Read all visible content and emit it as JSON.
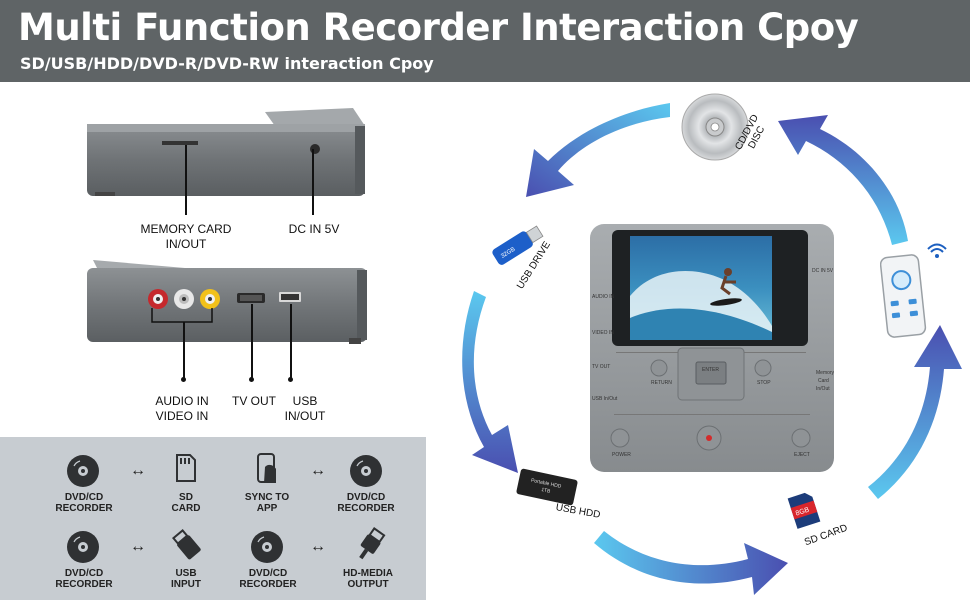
{
  "header": {
    "title": "Multi Function Recorder Interaction Cpoy",
    "subtitle": "SD/USB/HDD/DVD-R/DVD-RW interaction Cpoy"
  },
  "side_labels": {
    "memory_card": [
      "MEMORY CARD",
      "IN/OUT"
    ],
    "dc_in": "DC IN 5V",
    "audio_video": [
      "AUDIO IN",
      "VIDEO IN"
    ],
    "tv_out": "TV OUT",
    "usb_inout": [
      "USB",
      "IN/OUT"
    ]
  },
  "panel": {
    "row1": {
      "a": [
        "DVD/CD",
        "RECORDER"
      ],
      "b": [
        "SD",
        "CARD"
      ],
      "c": [
        "SYNC TO",
        "APP"
      ],
      "d": [
        "DVD/CD",
        "RECORDER"
      ]
    },
    "row2": {
      "a": [
        "DVD/CD",
        "RECORDER"
      ],
      "b": [
        "USB",
        "INPUT"
      ],
      "c": [
        "DVD/CD",
        "RECORDER"
      ],
      "d": [
        "HD-MEDIA",
        "OUTPUT"
      ]
    }
  },
  "cycle_labels": {
    "disc": [
      "CD/DVD",
      "DISC"
    ],
    "usb_drive": "USB DRIVE",
    "usb_hdd": "USB HDD",
    "sd_card": "SD CARD"
  },
  "device": {
    "left_labels": [
      "AUDIO IN",
      "VIDEO IN",
      "TV OUT",
      "USB In/Out"
    ],
    "right_labels": [
      "DC IN 5V",
      "Memory",
      "Card",
      "In/Out"
    ],
    "enter": "ENTER",
    "return": "RETURN",
    "stop": "STOP",
    "power": "POWER",
    "eject": "EJECT"
  },
  "hdd_label": "Portable HDD",
  "hdd_size": "1TB",
  "sd_size": "8GB",
  "usb_size": "32GB",
  "colors": {
    "header_bg": "#5f6466",
    "panel_bg": "#c7ccd1",
    "arrow_start": "#5bc8ef",
    "arrow_end": "#4346a8"
  }
}
